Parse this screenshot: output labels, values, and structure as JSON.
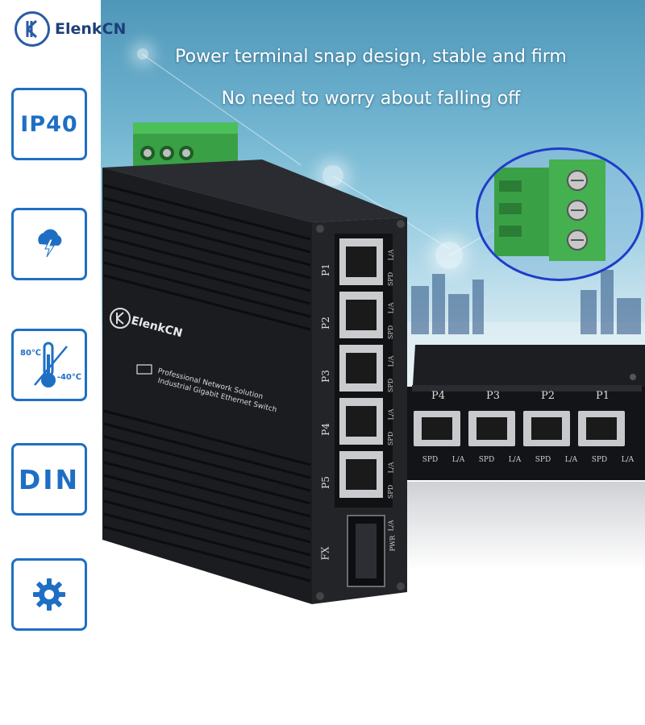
{
  "brand": {
    "name": "ElenkCN"
  },
  "headline": {
    "line1": "Power terminal snap design, stable and firm",
    "line2": "No need to worry about falling off"
  },
  "features": [
    {
      "label": "IP40",
      "icon": "ip40-label"
    },
    {
      "label": "",
      "icon": "lightning-icon"
    },
    {
      "label": "",
      "icon": "temperature-icon",
      "hot": "80℃",
      "cold": "-40℃"
    },
    {
      "label": "DIN",
      "icon": "din-rail-label"
    },
    {
      "label": "",
      "icon": "gear-icon"
    }
  ],
  "device": {
    "logo_text": "ElenkCN",
    "description_line1": "Professional Network Solution",
    "description_line2": "Industrial Gigabit Ethernet Switch",
    "ports": [
      "P1",
      "P2",
      "P3",
      "P4",
      "P5"
    ],
    "fiber_port": "FX",
    "led_labels": {
      "link": "L/A",
      "speed": "SPD",
      "power": "PWR"
    }
  },
  "back_device": {
    "ports": [
      "P4",
      "P3",
      "P2",
      "P1"
    ],
    "led_labels": [
      "SPD",
      "L/A",
      "SPD",
      "L/A",
      "SPD",
      "L/A",
      "SPD",
      "L/A"
    ]
  },
  "colors": {
    "accent_blue": "#1e6fc4",
    "terminal_green": "#3aa046",
    "device_black": "#1a1c20",
    "callout_border": "#1f3cc8"
  }
}
